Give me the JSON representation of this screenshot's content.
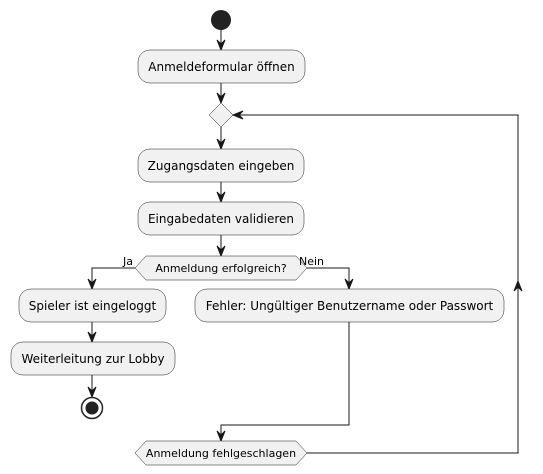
{
  "activities": {
    "open_form": "Anmeldeformular öffnen",
    "enter_credentials": "Zugangsdaten eingeben",
    "validate_input": "Eingabedaten validieren",
    "logged_in": "Spieler ist eingeloggt",
    "redirect_lobby": "Weiterleitung zur Lobby",
    "error": "Fehler: Ungültiger Benutzername oder Passwort"
  },
  "decisions": {
    "login_success": "Anmeldung erfolgreich?",
    "login_failed": "Anmeldung fehlgeschlagen"
  },
  "branch_labels": {
    "yes": "Ja",
    "no": "Nein"
  },
  "colors": {
    "box_fill": "#F1F1F1",
    "stroke": "#181818",
    "node_dark": "#222222"
  }
}
